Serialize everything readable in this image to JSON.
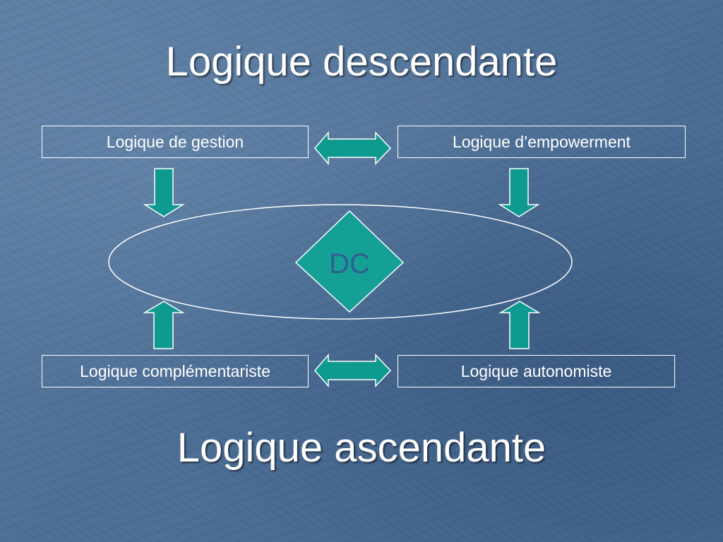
{
  "slide": {
    "title_top": "Logique descendante",
    "title_bottom": "Logique ascendante"
  },
  "boxes": {
    "gestion": "Logique de gestion",
    "empowerment": "Logique d’empowerment",
    "complementariste": "Logique complémentariste",
    "autonomiste": "Logique autonomiste"
  },
  "center": {
    "label": "DC"
  },
  "colors": {
    "background": "#4f7299",
    "arrow_fill": "#0f9a8f",
    "diamond_fill": "#14a095",
    "center_text": "#2f5f91",
    "text": "#ffffff"
  }
}
